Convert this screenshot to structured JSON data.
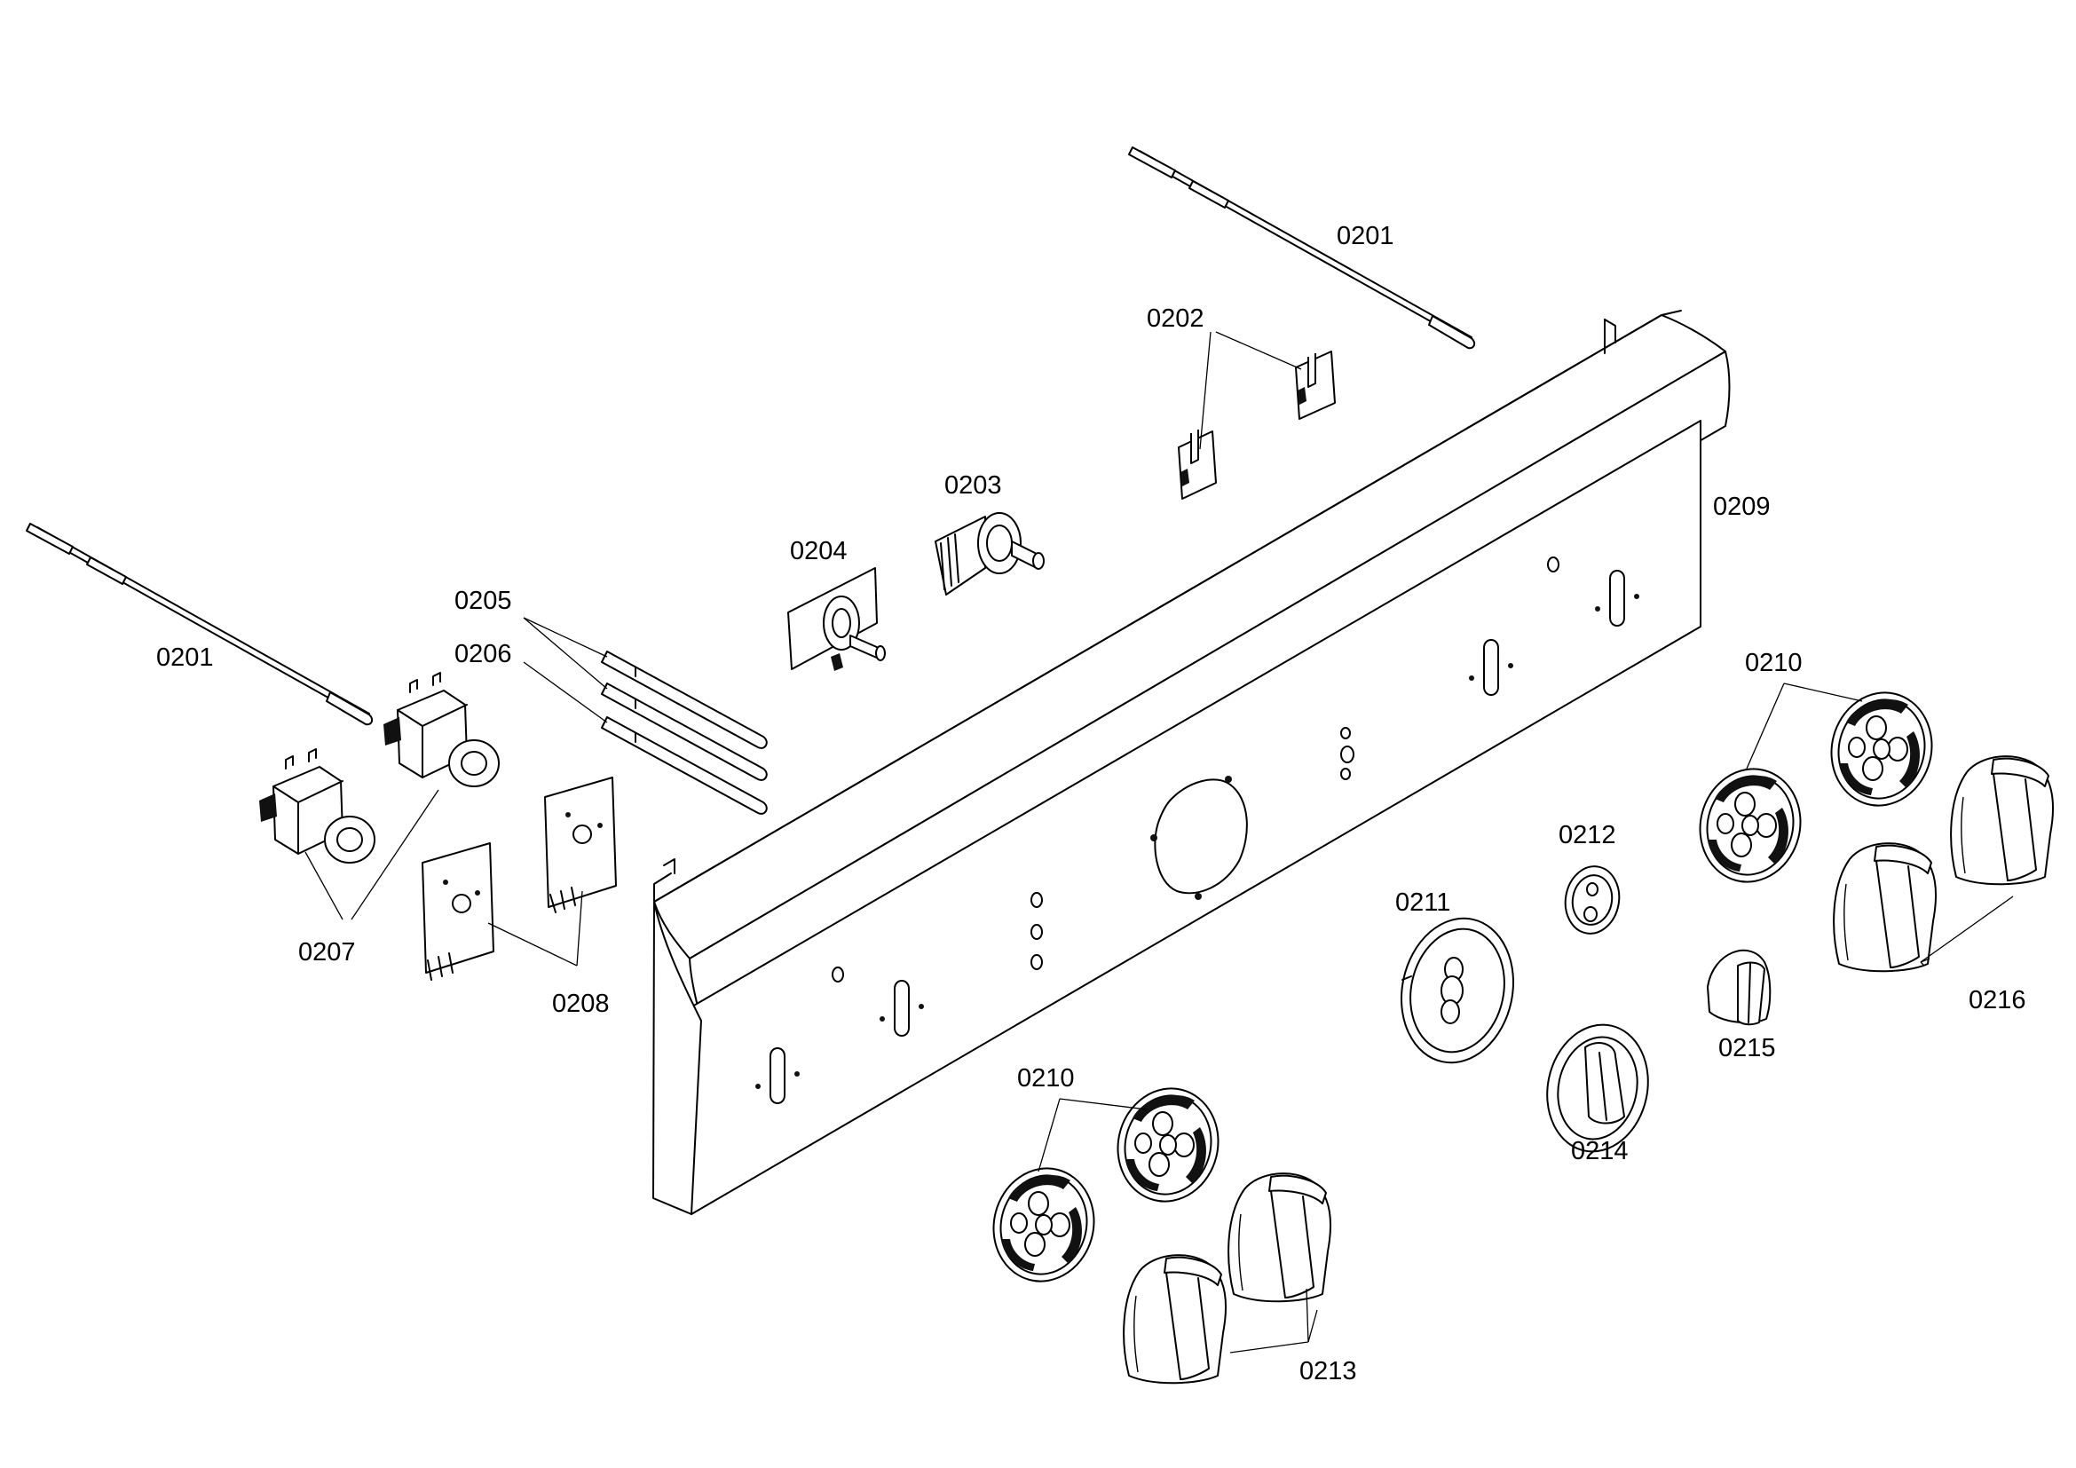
{
  "diagram": {
    "labels": {
      "p0201_right": "0201",
      "p0202": "0202",
      "p0203": "0203",
      "p0204": "0204",
      "p0201_left": "0201",
      "p0205": "0205",
      "p0206": "0206",
      "p0207": "0207",
      "p0208": "0208",
      "p0209": "0209",
      "p0210_right": "0210",
      "p0212": "0212",
      "p0211": "0211",
      "p0210_bottom": "0210",
      "p0214": "0214",
      "p0215": "0215",
      "p0216": "0216",
      "p0213": "0213"
    }
  }
}
